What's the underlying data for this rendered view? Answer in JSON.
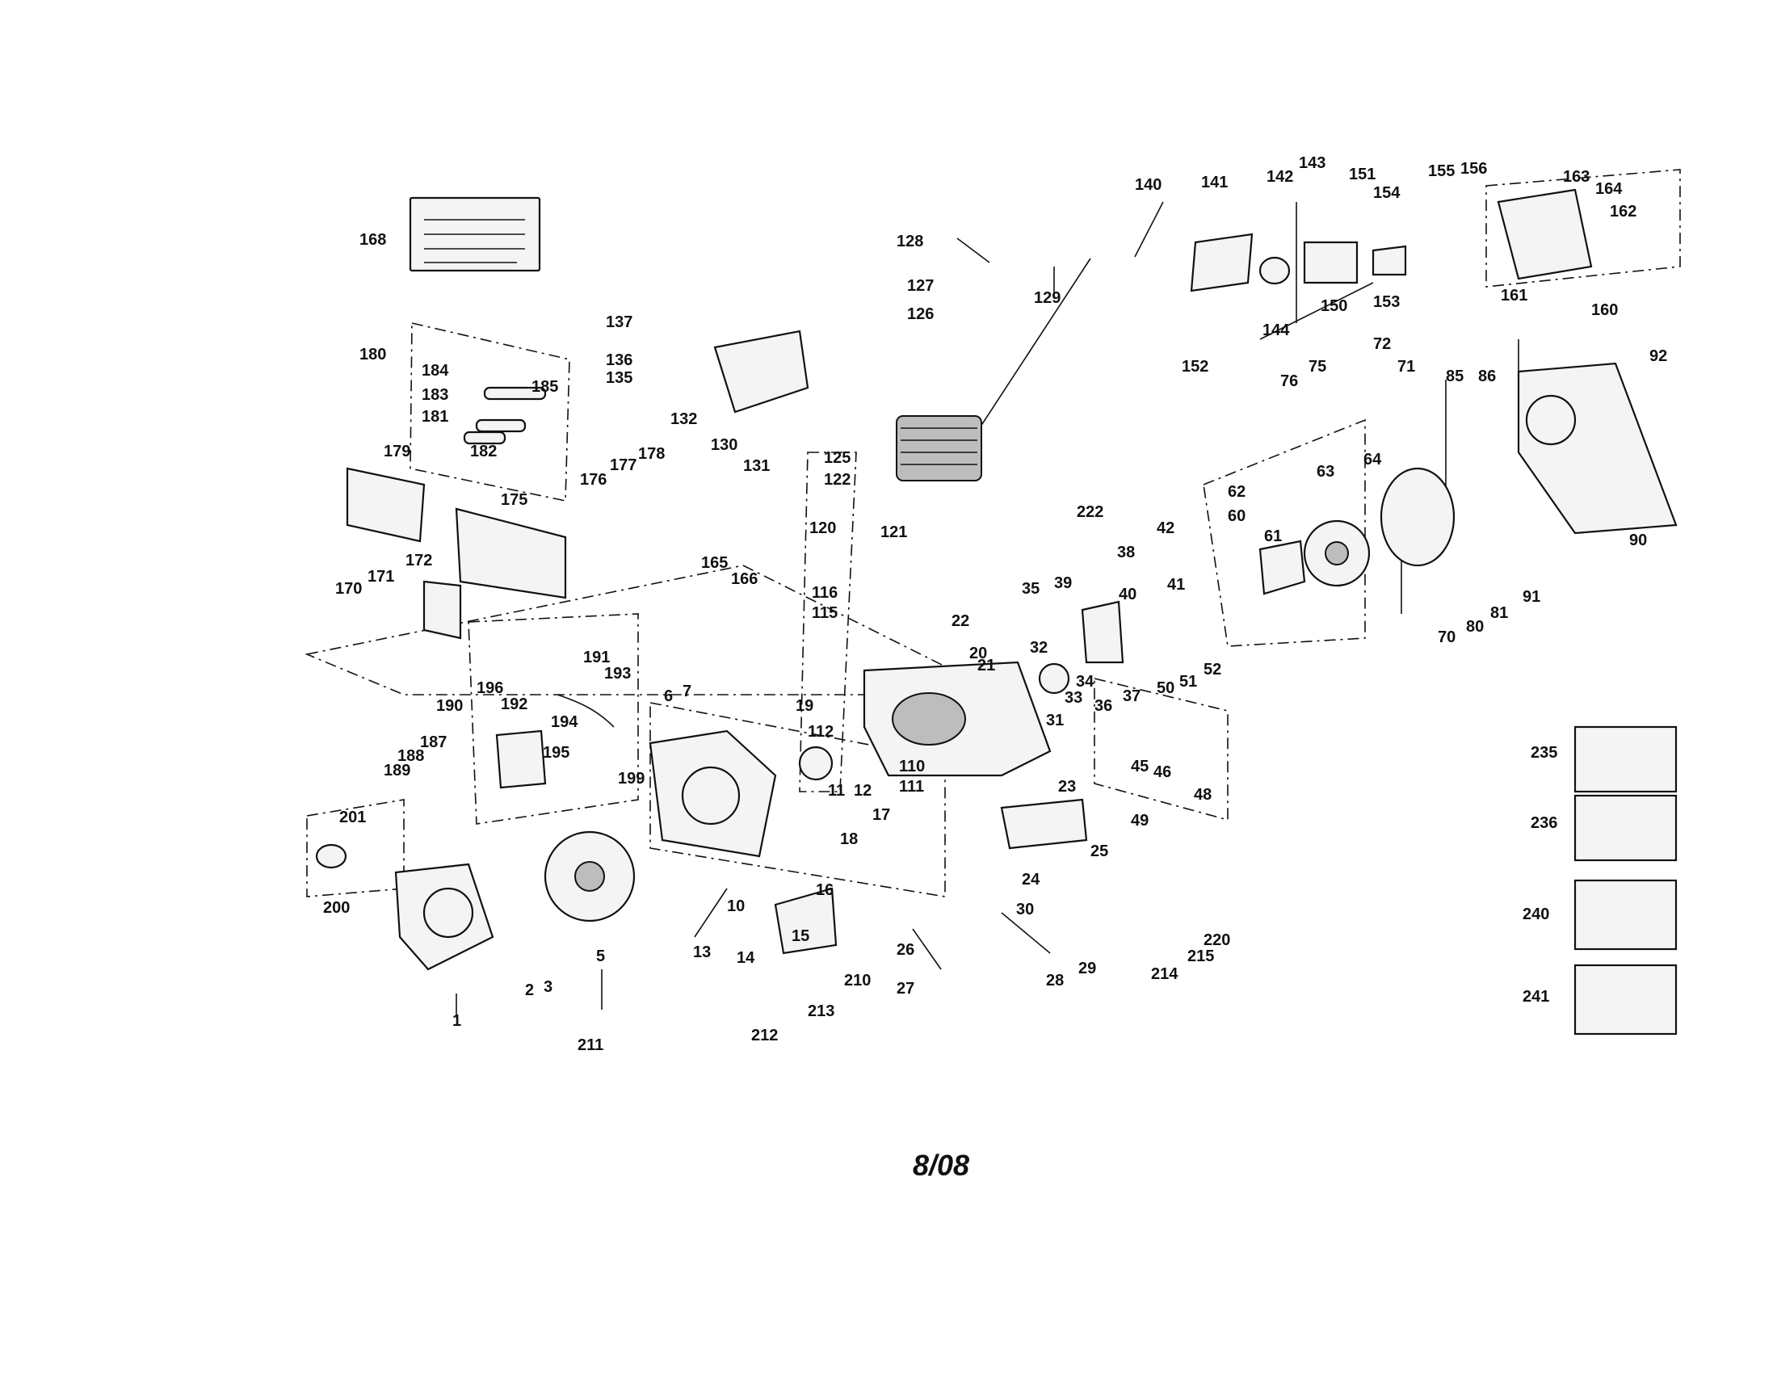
{
  "diagram": {
    "footer_date": "8/08",
    "part_numbers": [
      "1",
      "2",
      "3",
      "5",
      "6",
      "7",
      "10",
      "11",
      "12",
      "13",
      "14",
      "15",
      "16",
      "17",
      "18",
      "19",
      "20",
      "21",
      "22",
      "23",
      "24",
      "25",
      "26",
      "27",
      "28",
      "29",
      "30",
      "31",
      "32",
      "33",
      "34",
      "35",
      "36",
      "37",
      "38",
      "39",
      "40",
      "41",
      "42",
      "45",
      "46",
      "48",
      "49",
      "50",
      "51",
      "52",
      "60",
      "61",
      "62",
      "63",
      "64",
      "70",
      "71",
      "72",
      "75",
      "76",
      "80",
      "81",
      "85",
      "86",
      "90",
      "91",
      "92",
      "110",
      "111",
      "112",
      "115",
      "116",
      "120",
      "121",
      "122",
      "125",
      "126",
      "127",
      "128",
      "129",
      "130",
      "131",
      "132",
      "135",
      "136",
      "137",
      "140",
      "141",
      "142",
      "143",
      "144",
      "150",
      "151",
      "152",
      "153",
      "154",
      "155",
      "156",
      "160",
      "161",
      "162",
      "163",
      "164",
      "165",
      "166",
      "168",
      "170",
      "171",
      "172",
      "175",
      "176",
      "177",
      "178",
      "179",
      "180",
      "181",
      "182",
      "183",
      "184",
      "185",
      "187",
      "188",
      "189",
      "190",
      "191",
      "192",
      "193",
      "194",
      "195",
      "196",
      "199",
      "200",
      "201",
      "210",
      "211",
      "212",
      "213",
      "214",
      "215",
      "220",
      "222",
      "235",
      "236",
      "240",
      "241"
    ]
  }
}
